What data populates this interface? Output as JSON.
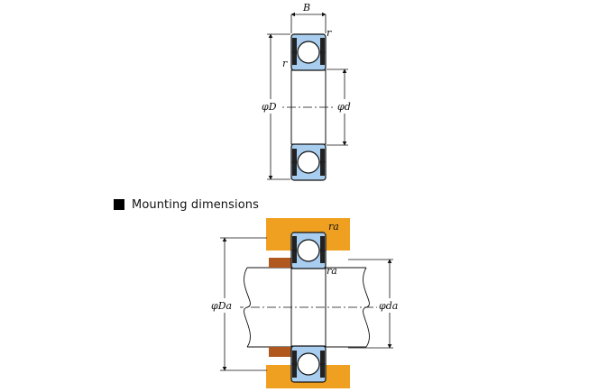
{
  "top_diagram": {
    "width_label": "B",
    "radius_label_top": "r",
    "radius_label_side": "r",
    "outer_diameter_label": "φD",
    "bore_diameter_label": "φd"
  },
  "section": {
    "heading": "Mounting dimensions",
    "bullet_color": "#000000"
  },
  "bottom_diagram": {
    "housing_fillet_label": "ra",
    "shaft_fillet_label": "ra",
    "housing_diameter_label": "φDa",
    "shaft_diameter_label": "φda"
  },
  "colors": {
    "ring_fill": "#a8cdee",
    "seal": "#222222",
    "ball_fill": "#ffffff",
    "housing_fill": "#f0a020",
    "shaft_shoulder_fill": "#b0581e",
    "line": "#111111"
  }
}
